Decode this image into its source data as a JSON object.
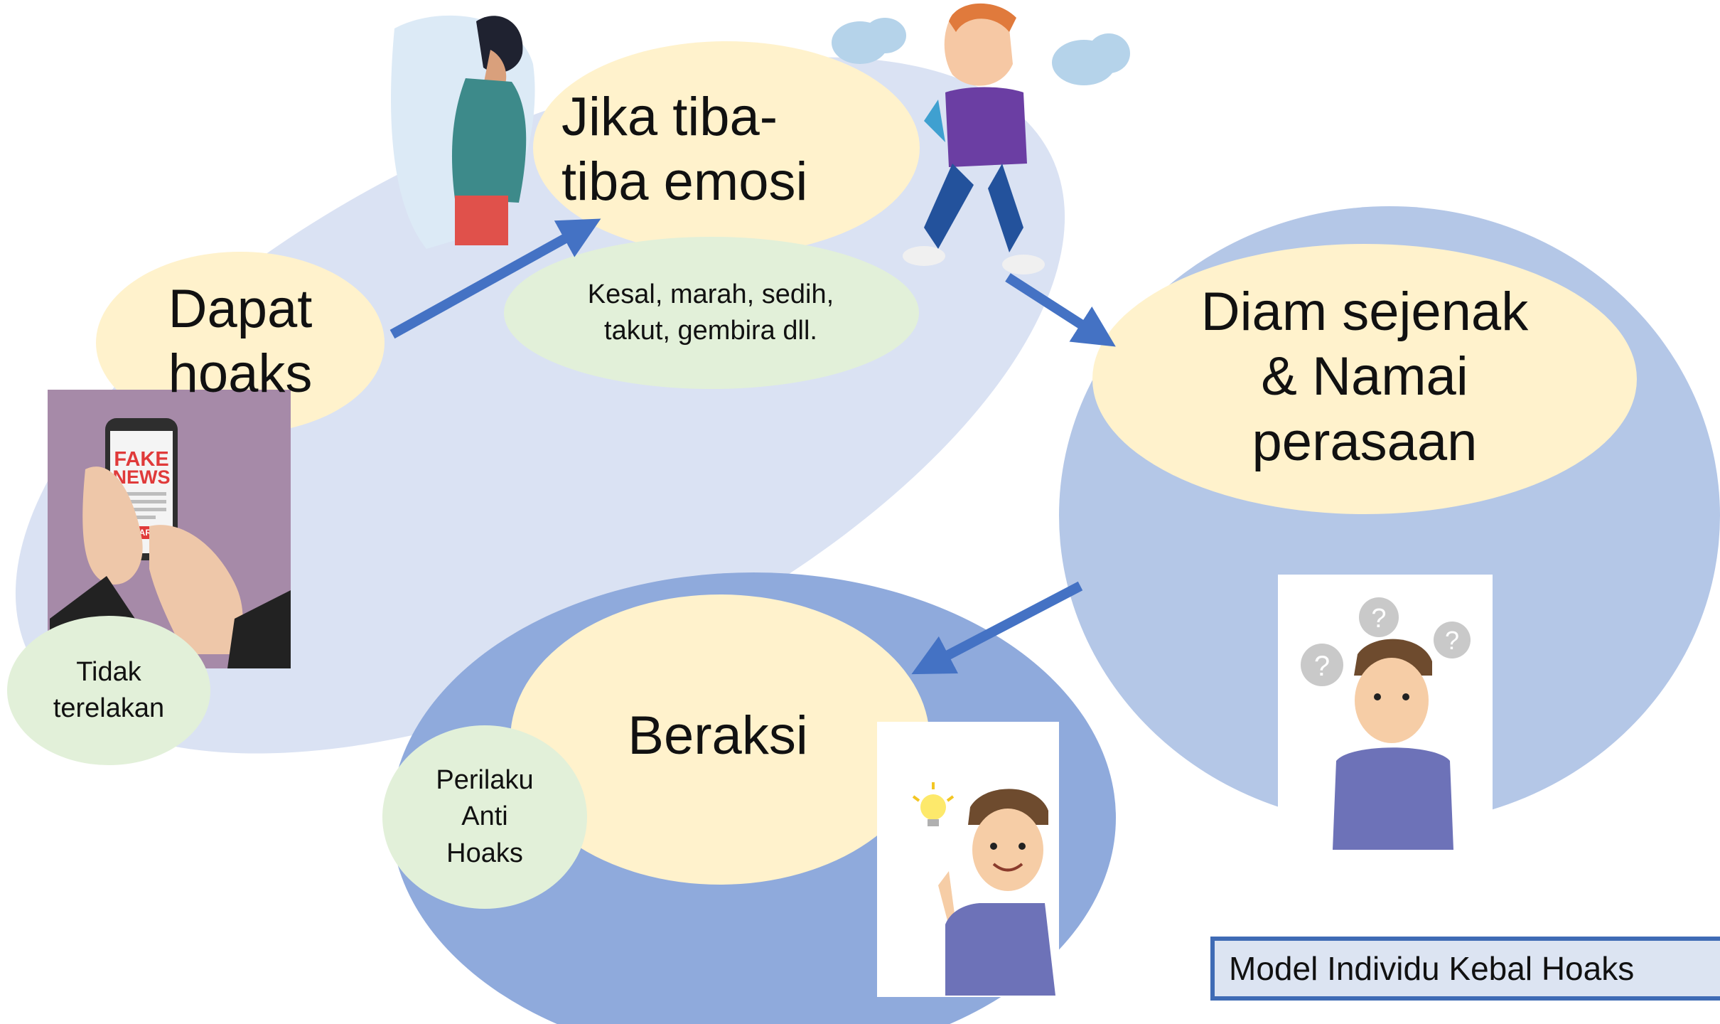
{
  "steps": {
    "step1": {
      "title_line1": "Dapat",
      "title_line2": "hoaks",
      "note_line1": "Tidak",
      "note_line2": "terelakan"
    },
    "step2": {
      "title_line1": "Jika tiba-",
      "title_line2": "tiba emosi",
      "note_line1": "Kesal, marah, sedih,",
      "note_line2": "takut, gembira dll."
    },
    "step3": {
      "title_line1": "Diam sejenak",
      "title_line2": "& Namai",
      "title_line3": "perasaan"
    },
    "step4": {
      "title": "Beraksi",
      "note_line1": "Perilaku",
      "note_line2": "Anti",
      "note_line3": "Hoaks"
    }
  },
  "phone": {
    "fake": "FAKE",
    "news": "NEWS",
    "share": "SHARE"
  },
  "caption": "Model Individu Kebal Hoaks",
  "icons": [
    "phone-fake-news-icon",
    "crying-person-icon",
    "angry-person-icon",
    "thinking-person-icon",
    "idea-person-icon",
    "lightbulb-icon",
    "question-mark-icon"
  ],
  "colors": {
    "pale_blue": "#dae2f3",
    "mid_blue": "#b4c7e7",
    "deep_blue": "#8faadc",
    "yellow": "#fff2cc",
    "green": "#e2f0d9",
    "arrow": "#4472c4",
    "caption_border": "#3f6bb5"
  }
}
